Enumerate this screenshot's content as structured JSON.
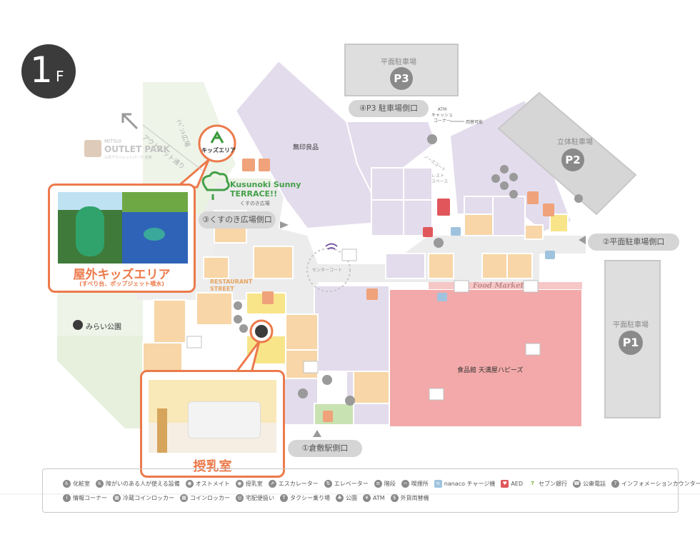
{
  "floor": {
    "number": "1",
    "suffix": "F"
  },
  "parking": {
    "p3": {
      "name": "平面駐車場",
      "badge": "P3"
    },
    "p2": {
      "name": "立体駐車場",
      "badge": "P2"
    },
    "p1": {
      "name": "平面駐車場",
      "badge": "P1"
    }
  },
  "entrances": {
    "e1": "①倉敷駅側口",
    "e2": "②平面駐車場側口",
    "e3": "③くすのき広場側口",
    "e4": "④P3 駐車場側口"
  },
  "outlet_logo": {
    "mitsui": "MITSUI",
    "name": "OUTLET PARK",
    "sub": "三井アウトレットパーク 倉敷"
  },
  "road_labels": {
    "road1": "アウトレット通り",
    "road2": "ｲﾍﾞﾝﾄ広場"
  },
  "kusunoki": {
    "title1": "Kusunoki Sunny",
    "title2": "TERRACE!!",
    "sub": "くすのき広場"
  },
  "stores": {
    "muji": "無印良品",
    "food_hall": "食品館 天満屋ハピーズ",
    "food_market": "Food Market",
    "restaurant1": "RESTAURANT",
    "restaurant2": "STREET",
    "center_court": "センターコート",
    "park": "みらい公園",
    "atm_corner": "ATM\nキャッシュ\nコーナー",
    "exchange": "両替可能",
    "nose_court": "ノースコート",
    "rest_space": "レスト\nスペース"
  },
  "kids": {
    "marker": "キッズエリア",
    "title": "屋外キッズエリア",
    "sub": "(すべり台、ポップジェット噴水)"
  },
  "nursing": {
    "title": "授乳室"
  },
  "legend": {
    "row1": [
      {
        "icon": "restroom-icon",
        "glyph": "♿",
        "label": "化粧室"
      },
      {
        "icon": "accessible-restroom-icon",
        "glyph": "♿",
        "label": "障がいのある人が使える設備"
      },
      {
        "icon": "diaper-icon",
        "glyph": "◉",
        "label": "オストメイト"
      },
      {
        "icon": "nursing-icon",
        "glyph": "◉",
        "label": "授乳室"
      },
      {
        "icon": "escalator-icon",
        "glyph": "⇗",
        "label": "エスカレーター"
      },
      {
        "icon": "elevator-icon",
        "glyph": "⇅",
        "label": "エレベーター"
      },
      {
        "icon": "stairs-icon",
        "glyph": "≡",
        "label": "階段"
      },
      {
        "icon": "smoking-icon",
        "glyph": "~",
        "label": "喫煙所"
      },
      {
        "icon": "nanaco-icon",
        "glyph": "n",
        "label": "nanaco チャージ機"
      },
      {
        "icon": "aed-icon",
        "glyph": "♥",
        "label": "AED"
      },
      {
        "icon": "seven-bank-icon",
        "glyph": "7",
        "label": "セブン銀行"
      },
      {
        "icon": "phone-icon",
        "glyph": "☎",
        "label": "公衆電話"
      },
      {
        "icon": "info-icon",
        "glyph": "?",
        "label": "インフォメーションカウンター"
      }
    ],
    "row2": [
      {
        "icon": "info-corner-icon",
        "glyph": "i",
        "label": "情報コーナー"
      },
      {
        "icon": "cold-locker-icon",
        "glyph": "▦",
        "label": "冷蔵コインロッカー"
      },
      {
        "icon": "locker-icon",
        "glyph": "▦",
        "label": "コインロッカー"
      },
      {
        "icon": "delivery-icon",
        "glyph": "◎",
        "label": "宅配便扱い"
      },
      {
        "icon": "taxi-icon",
        "glyph": "T",
        "label": "タクシー乗り場"
      },
      {
        "icon": "park-icon",
        "glyph": "♣",
        "label": "公園"
      },
      {
        "icon": "atm-icon",
        "glyph": "¥",
        "label": "ATM"
      },
      {
        "icon": "exchange-icon",
        "glyph": "$",
        "label": "外貨両替機"
      }
    ]
  },
  "colors": {
    "lavender": "#e3dcec",
    "peach": "#f8d6a8",
    "pink": "#f3a9a9",
    "yellow": "#f8e58a",
    "grass": "#e6f0dd",
    "grey": "#d8d8d8",
    "accent": "#ec7a4b"
  }
}
